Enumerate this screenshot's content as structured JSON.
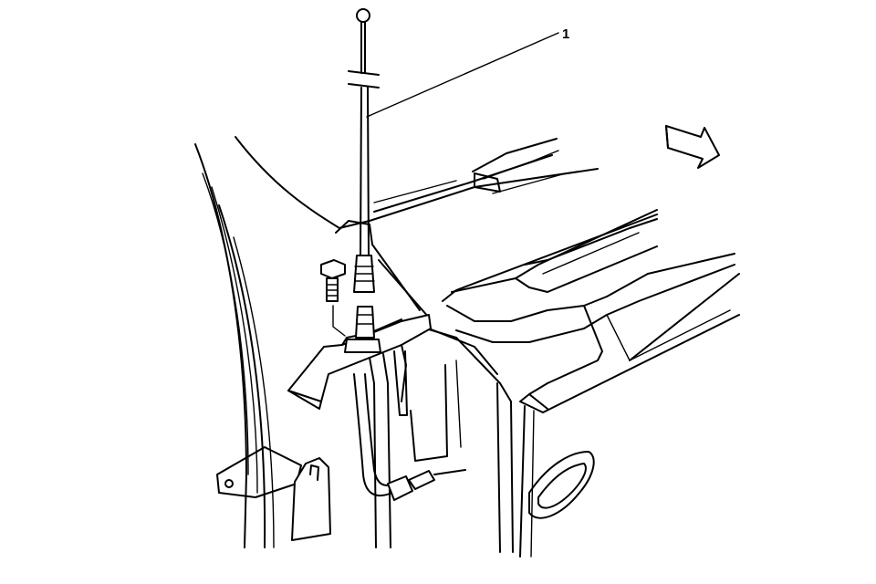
{
  "figure": {
    "callouts": [
      {
        "id": "antenna-mast",
        "label": "1"
      }
    ],
    "direction_arrow": {
      "icon": "front-direction-arrow-icon",
      "points": "down-right"
    },
    "colors": {
      "line": "#000000",
      "background": "#ffffff"
    }
  }
}
